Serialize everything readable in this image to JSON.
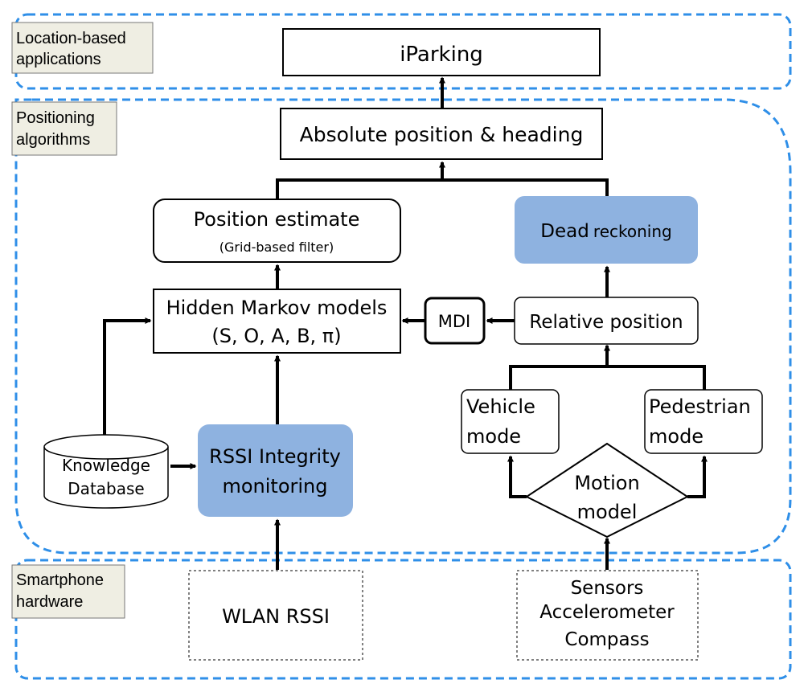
{
  "colors": {
    "layer_border": "#2f8fe8",
    "tag_fill": "#efeee3",
    "highlight_fill": "#8eb2e0",
    "line": "#000000"
  },
  "layers": {
    "applications": [
      "Location-based",
      "applications"
    ],
    "algorithms": [
      "Positioning",
      "algorithms"
    ],
    "hardware": [
      "Smartphone",
      "hardware"
    ]
  },
  "nodes": {
    "iparking": "iParking",
    "absolute": "Absolute position & heading",
    "position_estimate": {
      "title": "Position estimate",
      "subtitle": "(Grid-based filter)"
    },
    "dead_reckoning": {
      "part1": "Dead",
      "part2": "reckoning"
    },
    "hmm": [
      "Hidden Markov models",
      "(S, O, A, B, π)"
    ],
    "mdi": "MDI",
    "relative_position": "Relative position",
    "vehicle_mode": [
      "Vehicle",
      "mode"
    ],
    "pedestrian_mode": [
      "Pedestrian",
      "mode"
    ],
    "knowledge_db": [
      "Knowledge",
      "Database"
    ],
    "rssi_monitoring": [
      "RSSI Integrity",
      "monitoring"
    ],
    "motion_model": [
      "Motion",
      "model"
    ],
    "wlan": "WLAN RSSI",
    "sensors": [
      "Sensors",
      "Accelerometer",
      "Compass"
    ]
  }
}
